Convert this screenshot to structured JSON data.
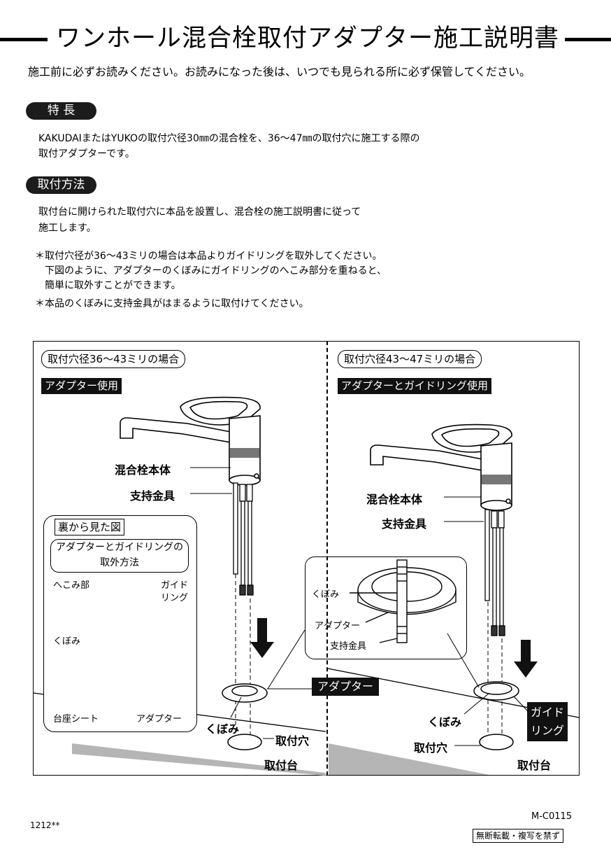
{
  "title": "ワンホール混合栓取付アダプター施工説明書",
  "intro": "施工前に必ずお読みください。お読みになった後は、いつでも見られる所に必ず保管してください。",
  "features": {
    "badge": "特 長",
    "lines": [
      "KAKUDAIまたはYUKOの取付穴径30㎜の混合栓を、36～47㎜の取付穴に施工する際の",
      "取付アダプターです。"
    ]
  },
  "method": {
    "badge": "取付方法",
    "lines": [
      "取付台に開けられた取付穴に本品を設置し、混合栓の施工説明書に従って",
      "施工します。"
    ]
  },
  "notes": [
    "＊取付穴径が36～43ミリの場合は本品よりガイドリングを取外してください。",
    "　下図のように、アダプターのくぼみにガイドリングのへこみ部分を重ねると、",
    "　簡単に取外すことができます。",
    "＊本品のくぼみに支持金具がはまるように取付けてください。"
  ],
  "left_case": {
    "label": "取付穴径36～43ミリの場合",
    "use": "アダプター使用",
    "faucet": "混合栓本体",
    "bracket": "支持金具",
    "hollow": "くぼみ",
    "hole": "取付穴",
    "base": "取付台"
  },
  "inset": {
    "title": "裏から見た図",
    "subtitle_1": "アダプターとガイドリングの",
    "subtitle_2": "取外方法",
    "dent": "へこみ部",
    "guide_1": "ガイド",
    "guide_2": "リング",
    "hollow": "くぼみ",
    "seat": "台座シート",
    "adapter": "アダプター"
  },
  "right_case": {
    "label": "取付穴径43～47ミリの場合",
    "use": "アダプターとガイドリング使用",
    "faucet": "混合栓本体",
    "bracket": "支持金具",
    "hollow": "くぼみ",
    "hole": "取付穴",
    "base": "取付台",
    "guide_1": "ガイド",
    "guide_2": "リング"
  },
  "zoom": {
    "hollow": "くぼみ",
    "adapter": "アダプター",
    "bracket": "支持金具"
  },
  "adapter_tag": "アダプター",
  "footer": {
    "left": "1212**",
    "code": "M-C0115",
    "notice": "無断転載・複写を禁ず"
  }
}
